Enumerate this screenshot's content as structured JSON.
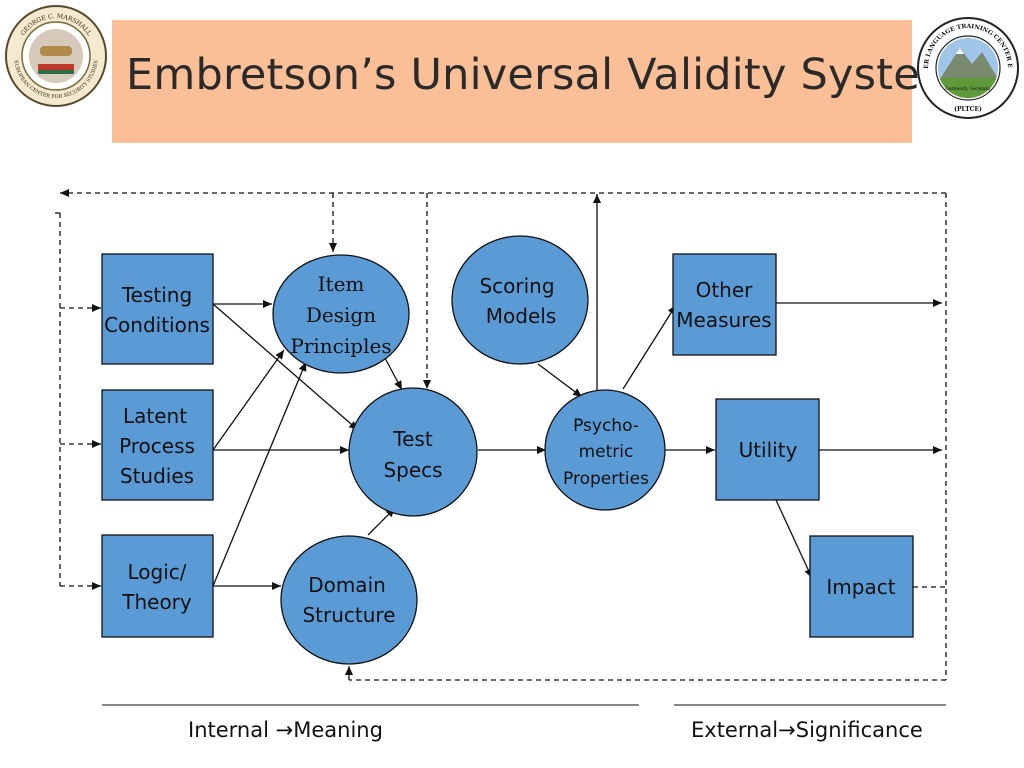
{
  "title": "Embretson’s Universal Validity System",
  "logos": {
    "left": {
      "ring_top": "GEORGE C. MARSHALL",
      "ring_bottom": "EUROPEAN CENTER FOR SECURITY STUDIES"
    },
    "right": {
      "ring_top": "PARTNER LANGUAGE TRAINING CENTER EUROPE",
      "inner": "Garmisch, Germany",
      "bottom": "(PLTCE)"
    }
  },
  "nodes": {
    "testing_conditions": [
      "Testing",
      "Conditions"
    ],
    "latent_process": [
      "Latent",
      "Process",
      "Studies"
    ],
    "logic_theory": [
      "Logic/",
      "Theory"
    ],
    "item_design": [
      "Item",
      "Design",
      "Principles"
    ],
    "domain_structure": [
      "Domain",
      "Structure"
    ],
    "test_specs": [
      "Test",
      "Specs"
    ],
    "scoring_models": [
      "Scoring",
      "Models"
    ],
    "psychometric": [
      "Psycho-",
      "metric",
      "Properties"
    ],
    "other_measures": [
      "Other",
      "Measures"
    ],
    "utility": [
      "Utility"
    ],
    "impact": [
      "Impact"
    ]
  },
  "footer": {
    "internal": "Internal",
    "meaning": "Meaning",
    "external": "External",
    "significance": "Significance",
    "arrow": "→"
  },
  "colors": {
    "title_bg": "#FBBF97",
    "node_fill": "#5B9BD5",
    "stroke": "#111111"
  }
}
